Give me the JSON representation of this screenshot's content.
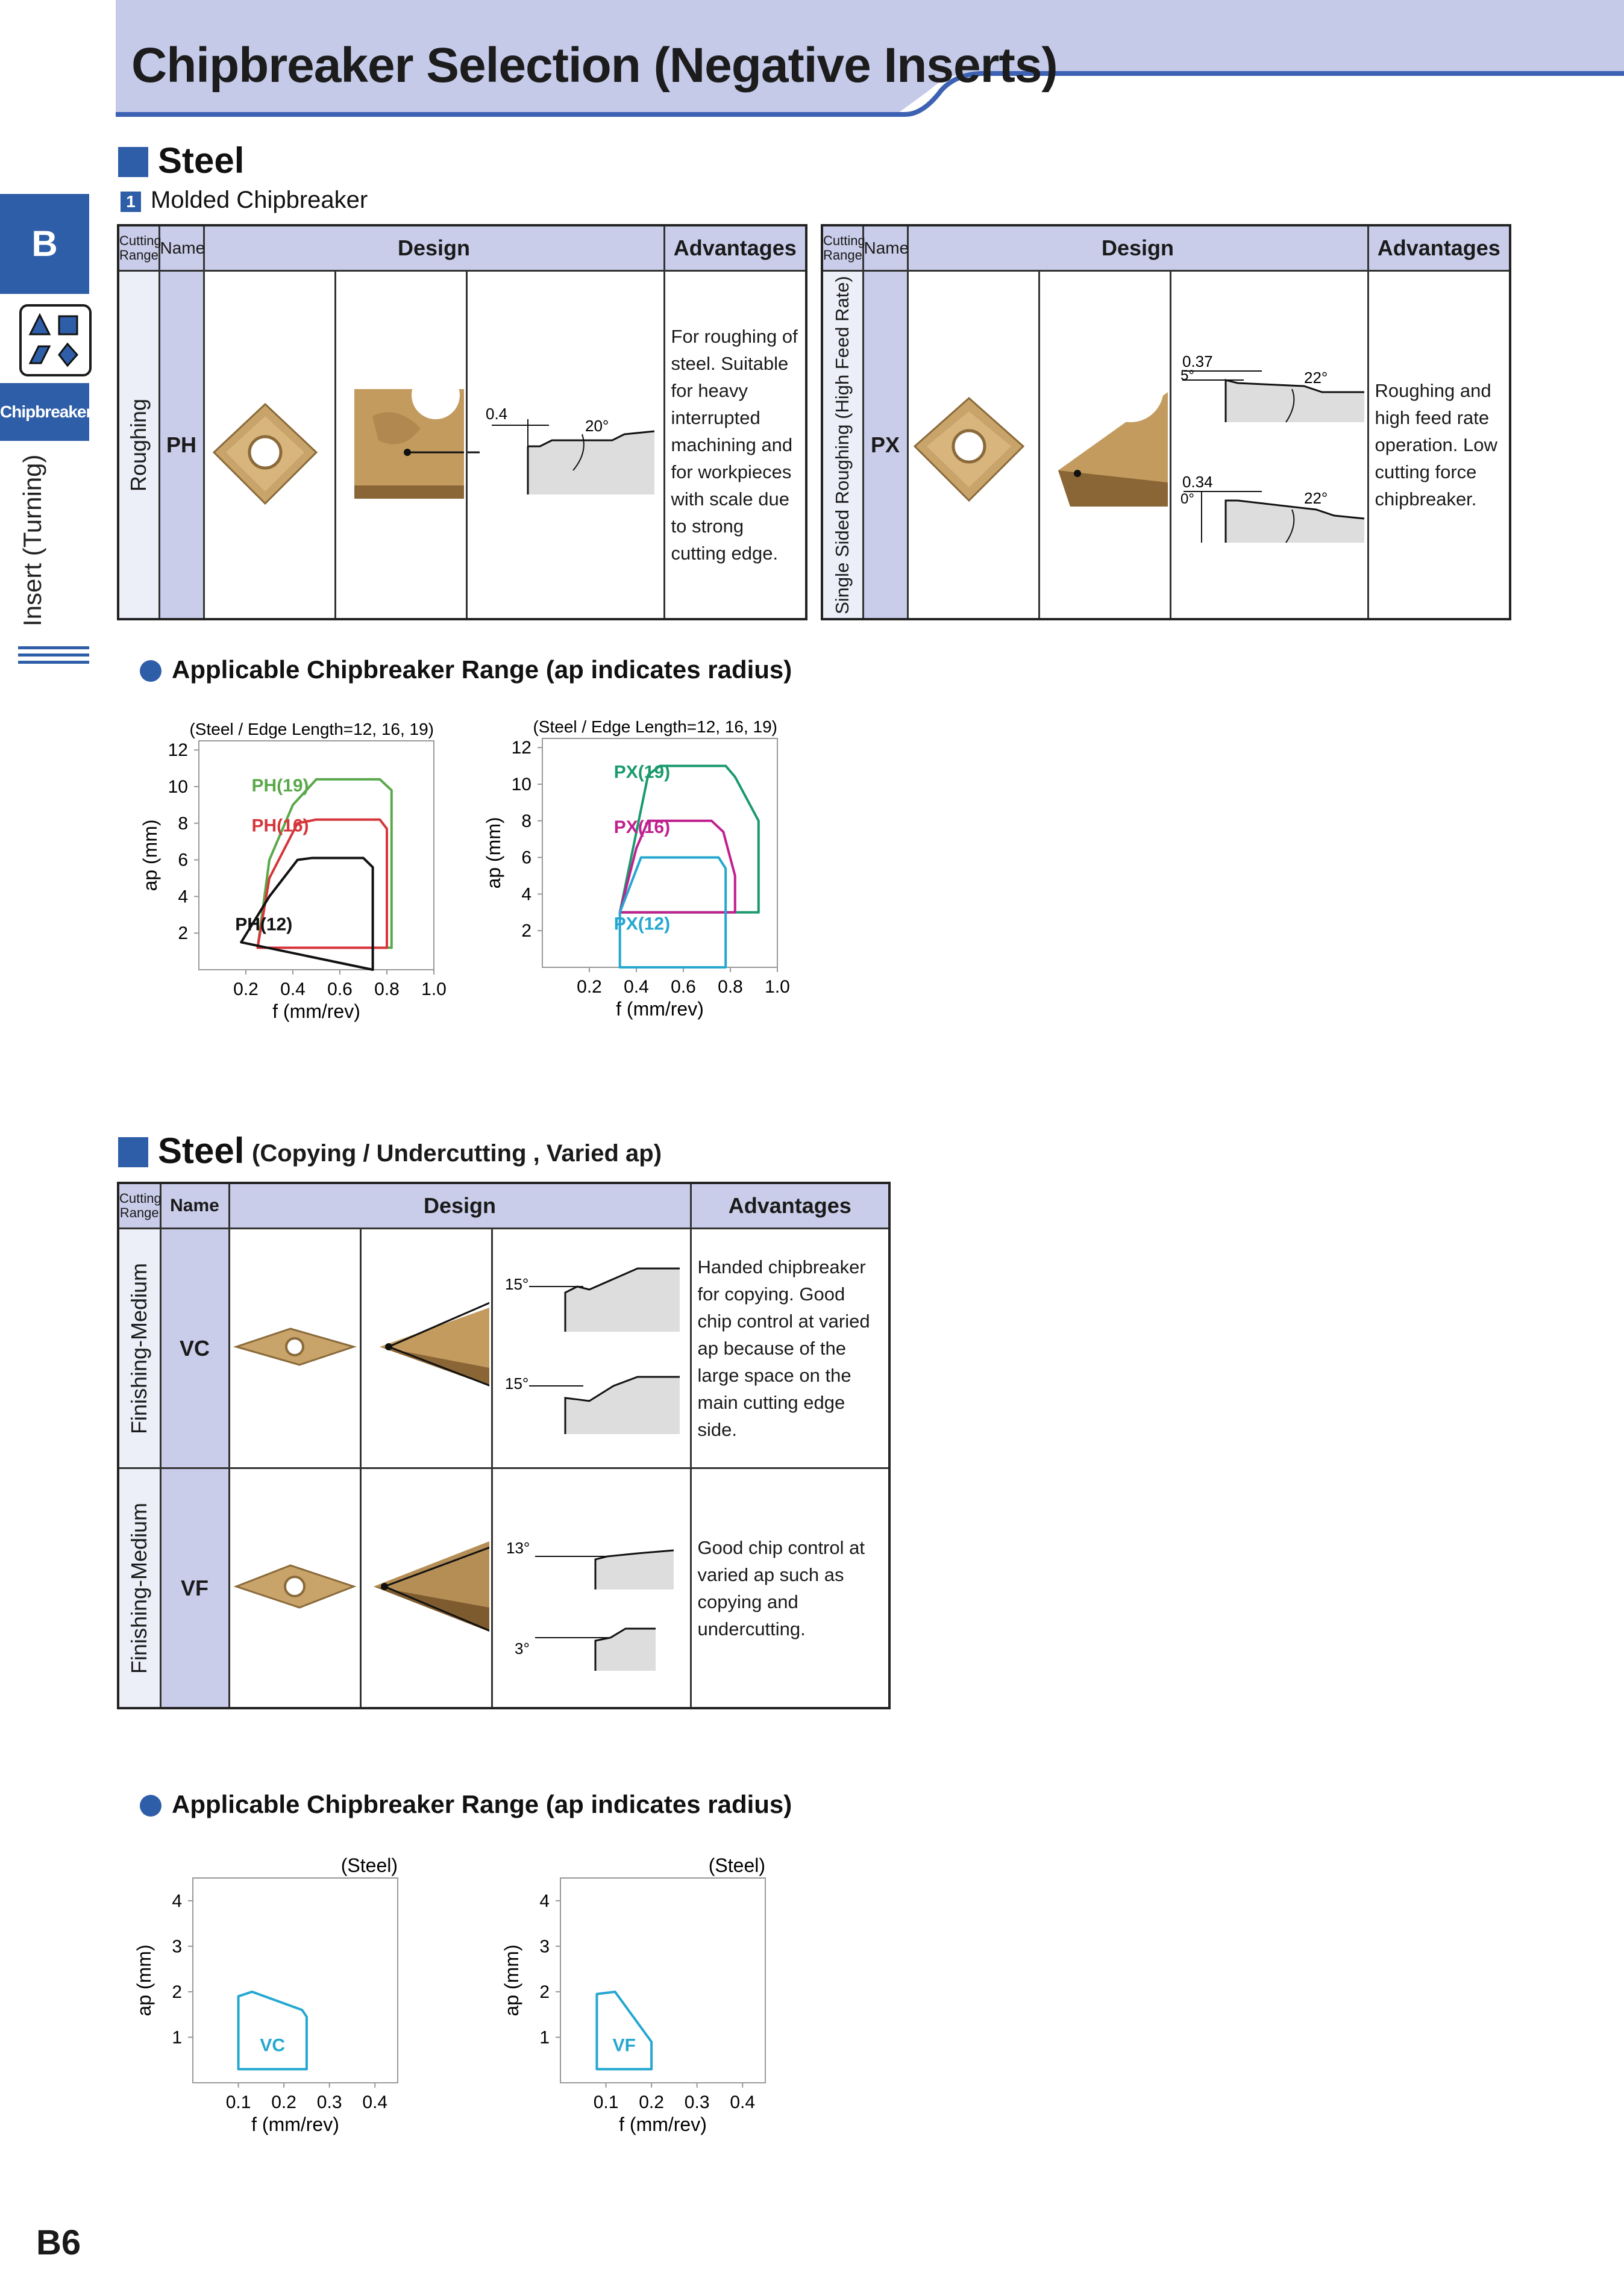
{
  "page_title": "Chipbreaker Selection (Negative Inserts)",
  "side": {
    "tab_letter": "B",
    "tab_label": "Chipbreakers",
    "vertical_label": "Insert (Turning)"
  },
  "section1": {
    "title": "Steel",
    "sub_num": "1",
    "sub_title": "Molded Chipbreaker",
    "headers": {
      "range_l1": "Cutting",
      "range_l2": "Range",
      "name": "Name",
      "design": "Design",
      "advantages": "Advantages"
    },
    "table_left": {
      "range": "Roughing",
      "name": "PH",
      "dim1": "0.4",
      "angle1": "20°",
      "advantages": "For roughing of steel. Suitable for heavy interrupted machining and for workpieces with scale due to strong cutting edge."
    },
    "table_right": {
      "range": "Single Sided Roughing (High Feed Rate)",
      "name": "PX",
      "dim1": "0.37",
      "angle1": "5°",
      "angle2": "22°",
      "dim2": "0.34",
      "angle3": "0°",
      "angle4": "22°",
      "advantages": "Roughing and high feed rate operation. Low cutting force chipbreaker."
    }
  },
  "range1": {
    "heading": "Applicable Chipbreaker Range (ap indicates radius)"
  },
  "section2": {
    "title": "Steel",
    "title_suffix": "(Copying / Undercutting , Varied ap)",
    "rows": [
      {
        "range": "Finishing-Medium",
        "name": "VC",
        "angle_top": "15°",
        "angle_bot": "15°",
        "advantages": "Handed chipbreaker for copying. Good chip control at varied ap because of the large space on the main cutting edge side."
      },
      {
        "range": "Finishing-Medium",
        "name": "VF",
        "angle_top": "13°",
        "angle_bot": "3°",
        "advantages": "Good chip control at varied ap such as copying and undercutting."
      }
    ]
  },
  "range2": {
    "heading": "Applicable Chipbreaker Range (ap indicates radius)"
  },
  "page_number": "B6",
  "chart_data": [
    {
      "type": "area",
      "title": "(Steel / Edge Length=12, 16, 19)",
      "xlabel": "f (mm/rev)",
      "ylabel": "ap (mm)",
      "xticks": [
        "0.2",
        "0.4",
        "0.6",
        "0.8",
        "1.0"
      ],
      "yticks": [
        "2",
        "4",
        "6",
        "8",
        "10",
        "12"
      ],
      "xlim": [
        0,
        1.0
      ],
      "ylim": [
        0,
        12.5
      ],
      "series": [
        {
          "name": "PH(19)",
          "color": "#5aa84a",
          "polygon": [
            [
              0.25,
              1.2
            ],
            [
              0.3,
              6
            ],
            [
              0.4,
              9
            ],
            [
              0.5,
              10.4
            ],
            [
              0.77,
              10.4
            ],
            [
              0.82,
              9.8
            ],
            [
              0.82,
              1.2
            ]
          ]
        },
        {
          "name": "PH(16)",
          "color": "#d6353a",
          "polygon": [
            [
              0.25,
              1.2
            ],
            [
              0.3,
              5
            ],
            [
              0.42,
              8
            ],
            [
              0.5,
              8.2
            ],
            [
              0.77,
              8.2
            ],
            [
              0.8,
              7.7
            ],
            [
              0.8,
              1.2
            ]
          ]
        },
        {
          "name": "PH(12)",
          "color": "#111111",
          "polygon": [
            [
              0.18,
              1.5
            ],
            [
              0.3,
              4
            ],
            [
              0.42,
              6
            ],
            [
              0.48,
              6.1
            ],
            [
              0.7,
              6.1
            ],
            [
              0.74,
              5.6
            ],
            [
              0.74,
              0
            ]
          ]
        }
      ]
    },
    {
      "type": "area",
      "title": "(Steel / Edge Length=12, 16, 19)",
      "xlabel": "f (mm/rev)",
      "ylabel": "ap (mm)",
      "xticks": [
        "0.2",
        "0.4",
        "0.6",
        "0.8",
        "1.0"
      ],
      "yticks": [
        "2",
        "4",
        "6",
        "8",
        "10",
        "12"
      ],
      "xlim": [
        0,
        1.0
      ],
      "ylim": [
        0,
        12.5
      ],
      "series": [
        {
          "name": "PX(19)",
          "color": "#1a9a6c",
          "polygon": [
            [
              0.33,
              3
            ],
            [
              0.45,
              10.5
            ],
            [
              0.5,
              11
            ],
            [
              0.78,
              11
            ],
            [
              0.82,
              10.4
            ],
            [
              0.92,
              8
            ],
            [
              0.92,
              3
            ]
          ]
        },
        {
          "name": "PX(16)",
          "color": "#c0208f",
          "polygon": [
            [
              0.33,
              3
            ],
            [
              0.4,
              6.5
            ],
            [
              0.45,
              8
            ],
            [
              0.72,
              8
            ],
            [
              0.77,
              7.4
            ],
            [
              0.82,
              5
            ],
            [
              0.82,
              3
            ]
          ]
        },
        {
          "name": "PX(12)",
          "color": "#25a7d0",
          "polygon": [
            [
              0.33,
              0
            ],
            [
              0.33,
              3
            ],
            [
              0.42,
              6
            ],
            [
              0.75,
              6
            ],
            [
              0.78,
              5.4
            ],
            [
              0.78,
              0
            ]
          ]
        }
      ]
    },
    {
      "type": "area",
      "title": "(Steel)",
      "xlabel": "f (mm/rev)",
      "ylabel": "ap (mm)",
      "xticks": [
        "0.1",
        "0.2",
        "0.3",
        "0.4"
      ],
      "yticks": [
        "1",
        "2",
        "3",
        "4"
      ],
      "xlim": [
        0,
        0.45
      ],
      "ylim": [
        0,
        4.5
      ],
      "series": [
        {
          "name": "VC",
          "color": "#25a7d0",
          "polygon": [
            [
              0.1,
              0.3
            ],
            [
              0.1,
              1.9
            ],
            [
              0.13,
              2.0
            ],
            [
              0.24,
              1.6
            ],
            [
              0.25,
              1.45
            ],
            [
              0.25,
              0.3
            ]
          ]
        }
      ]
    },
    {
      "type": "area",
      "title": "(Steel)",
      "xlabel": "f (mm/rev)",
      "ylabel": "ap (mm)",
      "xticks": [
        "0.1",
        "0.2",
        "0.3",
        "0.4"
      ],
      "yticks": [
        "1",
        "2",
        "3",
        "4"
      ],
      "xlim": [
        0,
        0.45
      ],
      "ylim": [
        0,
        4.5
      ],
      "series": [
        {
          "name": "VF",
          "color": "#25a7d0",
          "polygon": [
            [
              0.08,
              0.3
            ],
            [
              0.08,
              1.95
            ],
            [
              0.12,
              2.0
            ],
            [
              0.2,
              0.9
            ],
            [
              0.2,
              0.3
            ]
          ]
        }
      ]
    }
  ]
}
